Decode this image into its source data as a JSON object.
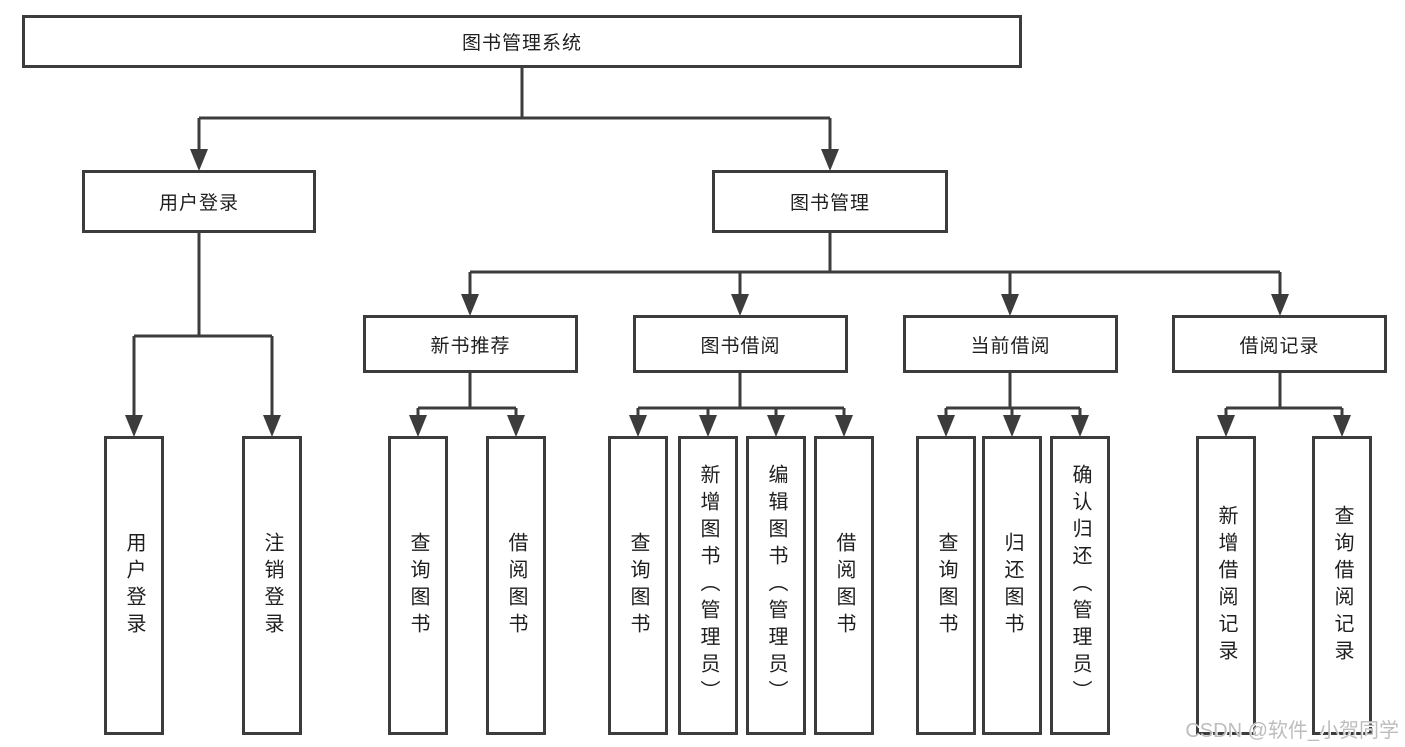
{
  "root": {
    "label": "图书管理系统"
  },
  "user_login": {
    "label": "用户登录",
    "children": [
      {
        "label": "用户登录"
      },
      {
        "label": "注销登录"
      }
    ]
  },
  "book_mgmt": {
    "label": "图书管理"
  },
  "modules": [
    {
      "label": "新书推荐",
      "children": [
        {
          "label": "查询图书"
        },
        {
          "label": "借阅图书"
        }
      ]
    },
    {
      "label": "图书借阅",
      "children": [
        {
          "label": "查询图书"
        },
        {
          "label": "新增图书（管理员）"
        },
        {
          "label": "编辑图书（管理员）"
        },
        {
          "label": "借阅图书"
        }
      ]
    },
    {
      "label": "当前借阅",
      "children": [
        {
          "label": "查询图书"
        },
        {
          "label": "归还图书"
        },
        {
          "label": "确认归还（管理员）"
        }
      ]
    },
    {
      "label": "借阅记录",
      "children": [
        {
          "label": "新增借阅记录"
        },
        {
          "label": "查询借阅记录"
        }
      ]
    }
  ],
  "watermark": "CSDN @软件_小贺同学",
  "colors": {
    "line": "#3c3c3c",
    "text": "#1f1f1f",
    "watermark": "#bdbdbd",
    "background": "#ffffff"
  }
}
